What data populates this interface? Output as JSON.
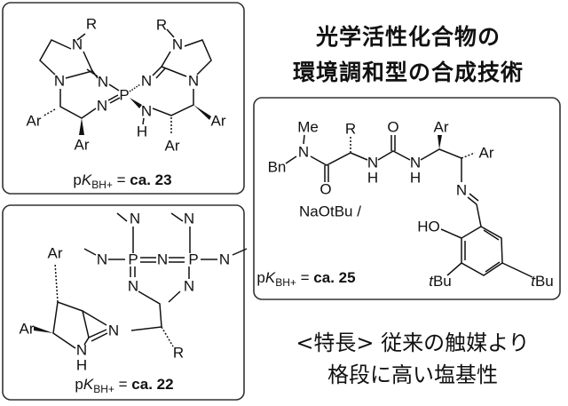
{
  "title": {
    "line1": "光学活性化合物の",
    "line2": "環境調和型の合成技術"
  },
  "feature": {
    "line1": "<特長> 従来の触媒より",
    "line2": "格段に高い塩基性"
  },
  "compound1": {
    "atoms": {
      "R": "R",
      "N": "N",
      "P": "P",
      "H": "H",
      "Ar": "Ar"
    },
    "pk_prefix": "p",
    "pk_K": "K",
    "pk_sub": "BH+",
    "pk_eq": " = ",
    "pk_value": "ca. 23"
  },
  "compound2": {
    "atoms": {
      "N": "N",
      "P": "P",
      "H": "H",
      "Ar": "Ar",
      "R": "R"
    },
    "pk_prefix": "p",
    "pk_K": "K",
    "pk_sub": "BH+",
    "pk_eq": " = ",
    "pk_value": "ca. 22"
  },
  "compound3": {
    "atoms": {
      "Me": "Me",
      "N": "N",
      "Bn": "Bn",
      "O": "O",
      "R": "R",
      "H": "H",
      "Ar": "Ar",
      "HO": "HO",
      "tBu_t": "t",
      "tBu_Bu": "Bu"
    },
    "reagent": "NaOtBu /",
    "pk_prefix": "p",
    "pk_K": "K",
    "pk_sub": "BH+",
    "pk_eq": " = ",
    "pk_value": "ca. 25"
  }
}
